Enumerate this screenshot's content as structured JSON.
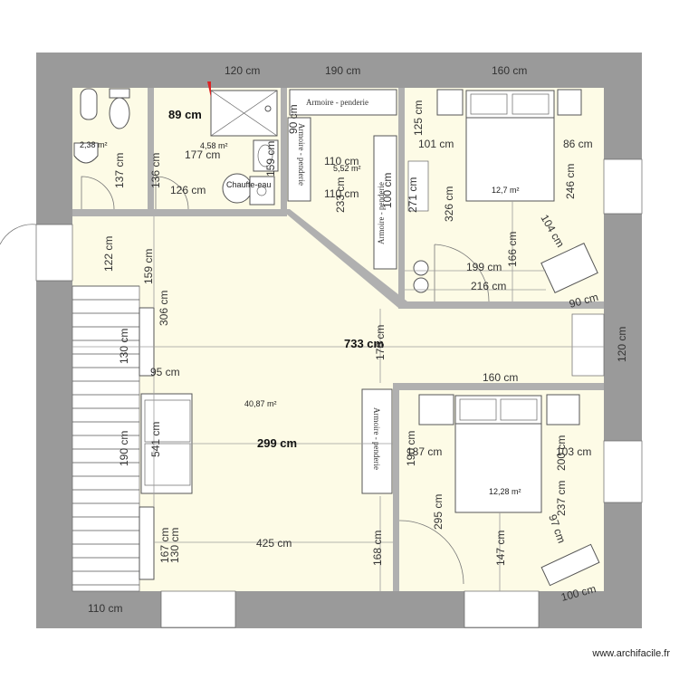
{
  "credit": "www.archifacile.fr",
  "areas": {
    "wc": "2,38 m²",
    "bathroom": "4,58 m²",
    "dressing": "5,52 m²",
    "bedroom_top": "12,7 m²",
    "living": "40,87 m²",
    "bedroom_bottom": "12,28 m²"
  },
  "furniture": {
    "wardrobe_top": "Armoire - penderie",
    "wardrobe_vertical": "Armoire - penderie",
    "wardrobe_dressing_right": "Armoire - penderie",
    "wardrobe_living": "Armoire - penderie",
    "water_heater": "Chauffe-eau"
  },
  "dims": {
    "d120_top": "120 cm",
    "d190_top": "190 cm",
    "d160_top": "160 cm",
    "d89": "89 cm",
    "d90_v": "90 cm",
    "d125": "125 cm",
    "d101": "101 cm",
    "d86": "86 cm",
    "d246": "246 cm",
    "d177": "177 cm",
    "d110_a": "110 cm",
    "d110_b": "110 cm",
    "d137": "137 cm",
    "d136": "136 cm",
    "d126": "126 cm",
    "d159_v": "159 cm",
    "d233": "233 cm",
    "d100": "100 cm",
    "d271": "271 cm",
    "d326": "326 cm",
    "d104": "104 cm",
    "d166": "166 cm",
    "d199": "199 cm",
    "d216": "216 cm",
    "d90_diag": "90 cm",
    "d122": "122 cm",
    "d159": "159 cm",
    "d306": "306 cm",
    "d130_a": "130 cm",
    "d733": "733 cm",
    "d176": "176 cm",
    "d120_right": "120 cm",
    "d95": "95 cm",
    "d160_mid": "160 cm",
    "d541": "541 cm",
    "d190_left": "190 cm",
    "d299": "299 cm",
    "d190_mid": "190 cm",
    "d187": "187 cm",
    "d103": "103 cm",
    "d200": "200 cm",
    "d237": "237 cm",
    "d295": "295 cm",
    "d97": "97 cm",
    "d147": "147 cm",
    "d425": "425 cm",
    "d167": "167 cm",
    "d130_b": "130 cm",
    "d168": "168 cm",
    "d110_bottom": "110 cm",
    "d100_bottom": "100 cm"
  }
}
